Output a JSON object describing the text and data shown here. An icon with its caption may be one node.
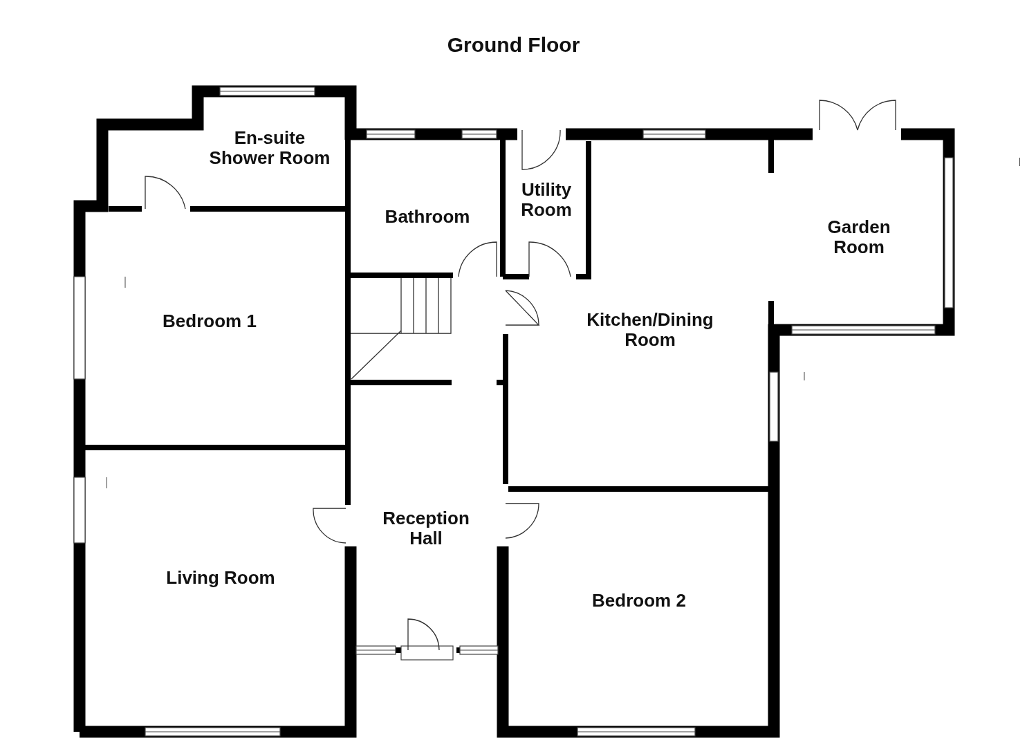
{
  "diagram": {
    "title": "Ground Floor",
    "nodes": [
      {
        "text": [
          "En-suite Shower Room"
        ]
      },
      {
        "text": [
          "Bathroom"
        ]
      },
      {
        "text": [
          "Utility Room"
        ]
      },
      {
        "text": [
          "Garden Room"
        ]
      },
      {
        "text": [
          "Bedroom 1"
        ]
      },
      {
        "text": [
          "Kitchen/Dining Room"
        ]
      },
      {
        "text": [
          "Reception Hall"
        ]
      },
      {
        "text": [
          "Living Room"
        ]
      },
      {
        "text": [
          "Bedroom 2"
        ]
      }
    ]
  }
}
